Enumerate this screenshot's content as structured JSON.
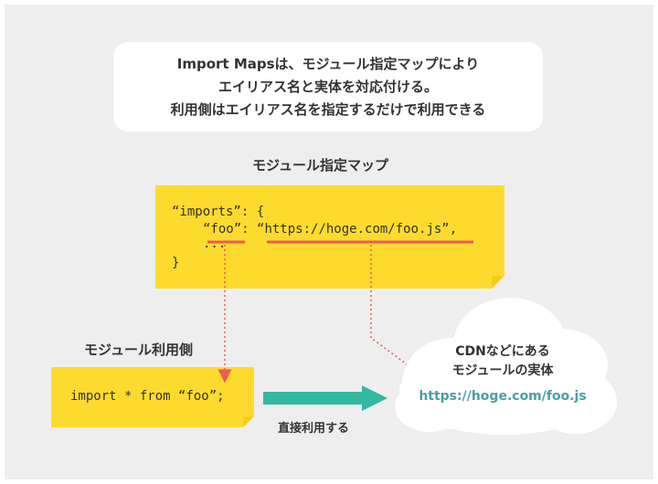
{
  "explanation": {
    "line1": "Import Mapsは、モジュール指定マップにより",
    "line2": "エイリアス名と実体を対応付ける。",
    "line3": "利用側はエイリアス名を指定するだけで利用できる"
  },
  "import_map": {
    "title": "モジュール指定マップ",
    "line_open": "“imports”: {",
    "alias_key": "“foo”",
    "colon": ": ",
    "target_url": "“https://hoge.com/foo.js”",
    "comma": ",",
    "ellipsis": "...",
    "line_close": "}"
  },
  "consumer": {
    "title": "モジュール利用側",
    "code": "import * from “foo”;"
  },
  "direct_use_label": "直接利用する",
  "cdn": {
    "line1": "CDNなどにある",
    "line2": "モジュールの実体",
    "url": "https://hoge.com/foo.js"
  },
  "colors": {
    "note_yellow": "#fddb2e",
    "fold_yellow": "#f3ce17",
    "underline_red": "#ee5a52",
    "arrow_teal": "#33b8a2",
    "url_teal": "#4a9ea6",
    "background": "#eeeeee"
  }
}
